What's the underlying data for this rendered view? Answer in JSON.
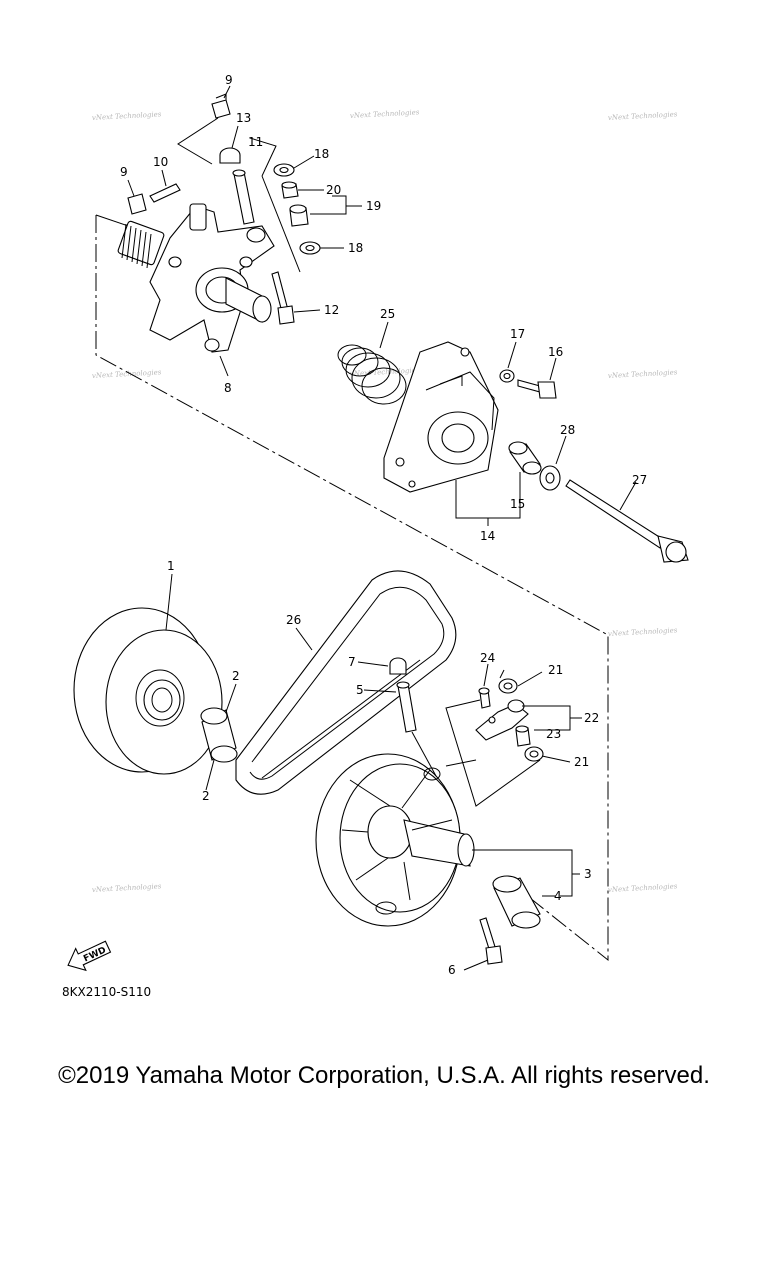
{
  "diagram": {
    "drawing_code": "8KX2110-S110",
    "fwd_label": "FWD",
    "watermark": "vNext Technologies",
    "callouts": [
      {
        "id": "1",
        "text": "1"
      },
      {
        "id": "2a",
        "text": "2"
      },
      {
        "id": "2b",
        "text": "2"
      },
      {
        "id": "3",
        "text": "3"
      },
      {
        "id": "4",
        "text": "4"
      },
      {
        "id": "5",
        "text": "5"
      },
      {
        "id": "6",
        "text": "6"
      },
      {
        "id": "7",
        "text": "7"
      },
      {
        "id": "8",
        "text": "8"
      },
      {
        "id": "9a",
        "text": "9"
      },
      {
        "id": "9b",
        "text": "9"
      },
      {
        "id": "10",
        "text": "10"
      },
      {
        "id": "11",
        "text": "11"
      },
      {
        "id": "12",
        "text": "12"
      },
      {
        "id": "13",
        "text": "13"
      },
      {
        "id": "14",
        "text": "14"
      },
      {
        "id": "15",
        "text": "15"
      },
      {
        "id": "16",
        "text": "16"
      },
      {
        "id": "17",
        "text": "17"
      },
      {
        "id": "18a",
        "text": "18"
      },
      {
        "id": "18b",
        "text": "18"
      },
      {
        "id": "19",
        "text": "19"
      },
      {
        "id": "20",
        "text": "20"
      },
      {
        "id": "21a",
        "text": "21"
      },
      {
        "id": "21b",
        "text": "21"
      },
      {
        "id": "22",
        "text": "22"
      },
      {
        "id": "23",
        "text": "23"
      },
      {
        "id": "24",
        "text": "24"
      },
      {
        "id": "25",
        "text": "25"
      },
      {
        "id": "26",
        "text": "26"
      },
      {
        "id": "27",
        "text": "27"
      },
      {
        "id": "28",
        "text": "28"
      }
    ]
  },
  "copyright": "©2019 Yamaha Motor Corporation, U.S.A. All rights reserved."
}
